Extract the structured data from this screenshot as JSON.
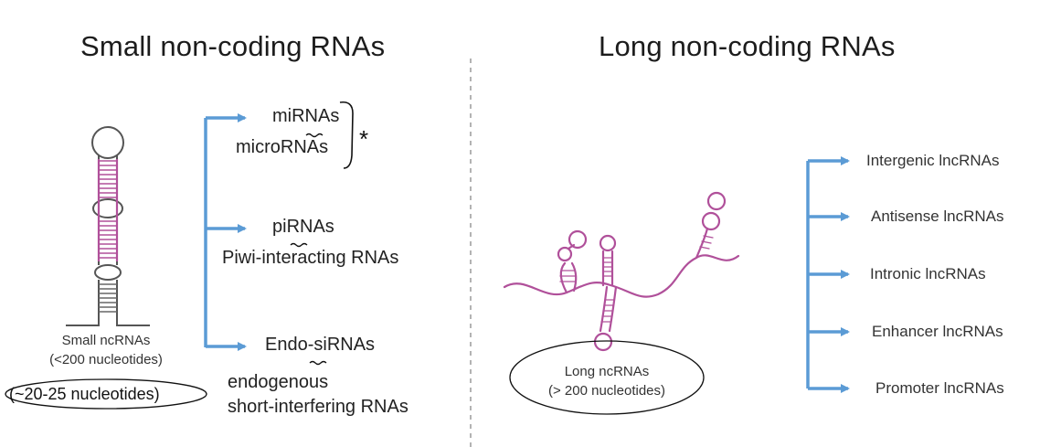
{
  "colors": {
    "arrow": "#5b9bd5",
    "rna": "#b0509a",
    "rna_stem_small": "#555555",
    "divider": "#9a9a9a",
    "ink": "#111111"
  },
  "small": {
    "heading": "Small non-coding RNAs",
    "caption_line1": "Small ncRNAs",
    "caption_line2": "(<200 nucleotides)",
    "handwritten_note": "(~20-25 nucleotides)",
    "star": "*",
    "types": [
      {
        "name": "miRNAs",
        "full": "microRNAs"
      },
      {
        "name": "piRNAs",
        "full": "Piwi-interacting RNAs"
      },
      {
        "name": "Endo-siRNAs",
        "full_line1": "endogenous",
        "full_line2": "short-interfering RNAs"
      }
    ]
  },
  "long": {
    "heading": "Long non-coding RNAs",
    "caption_line1": "Long ncRNAs",
    "caption_line2": "(> 200 nucleotides)",
    "types": [
      {
        "name": "Intergenic lncRNAs"
      },
      {
        "name": "Antisense lncRNAs"
      },
      {
        "name": "Intronic lncRNAs"
      },
      {
        "name": "Enhancer lncRNAs"
      },
      {
        "name": "Promoter lncRNAs"
      }
    ]
  }
}
